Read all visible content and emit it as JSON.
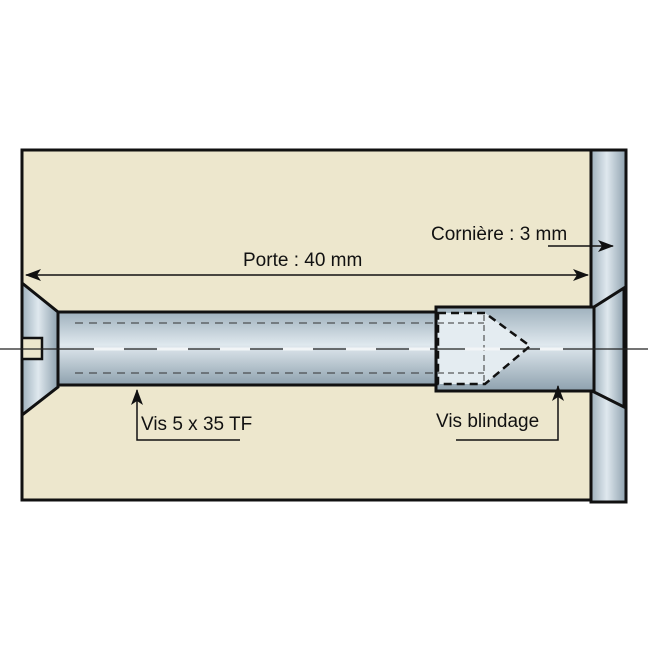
{
  "labels": {
    "porte": "Porte : 40 mm",
    "corniere": "Cornière : 3 mm",
    "vis_tf": "Vis 5 x 35 TF",
    "vis_blindage": "Vis blindage"
  },
  "colors": {
    "door": "#ede7cd",
    "steel_light": "#dde6ec",
    "steel_dark": "#8fa3b1",
    "outline": "#111111"
  }
}
